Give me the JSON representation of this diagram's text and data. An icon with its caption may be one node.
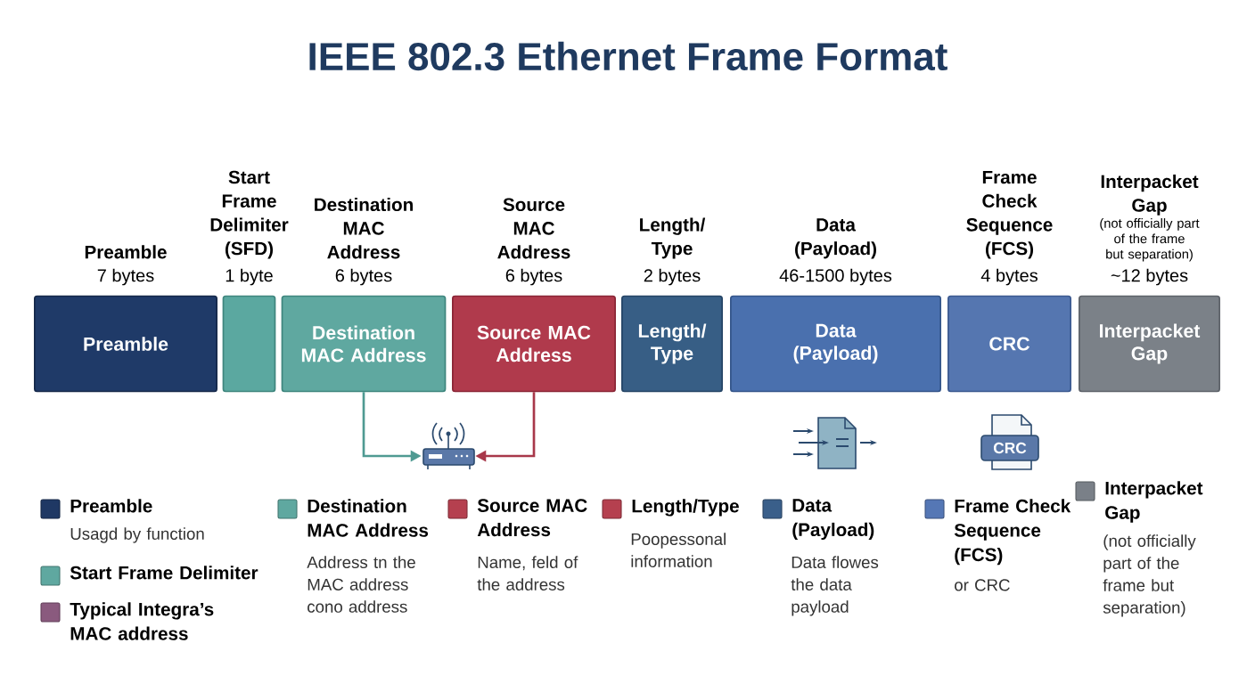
{
  "diagram": {
    "title": "IEEE 802.3 Ethernet Frame Format",
    "nodes": [
      {
        "text": [
          "Preamble",
          "7 bytes",
          "Preamble"
        ]
      },
      {
        "text": [
          "Start Frame Delimiter (SFD)",
          "1 byte"
        ]
      },
      {
        "text": [
          "Destination MAC Address",
          "6 bytes",
          "Destination MAC Address"
        ]
      },
      {
        "text": [
          "Source MAC Address",
          "6 bytes",
          "Source MAC Address"
        ]
      },
      {
        "text": [
          "Length/ Type",
          "2 bytes",
          "Length/ Type"
        ]
      },
      {
        "text": [
          "Data (Payload)",
          "46-1500 bytes",
          "Data (Payload)"
        ]
      },
      {
        "text": [
          "Frame Check Sequence (FCS)",
          "4 bytes",
          "CRC"
        ]
      },
      {
        "text": [
          "Interpacket Gap",
          "(not officially part of the frame but separation)",
          "~12 bytes",
          "Interpacket Gap"
        ]
      },
      {
        "text": [],
        "shape": "picture"
      }
    ],
    "edges": [
      {
        "from": 2,
        "to": 8,
        "arrow": "to",
        "color": "#4f9a92"
      },
      {
        "from": 3,
        "to": 8,
        "arrow": "to",
        "color": "#a8384a"
      }
    ],
    "labels": [
      "CRC",
      "Usagd by function",
      "Address tn the MAC address cono address",
      "Name, feld of the address",
      "Poopessonal information",
      "Data flowes the data payload",
      "or CRC",
      "(not officially part of the frame but separation)"
    ],
    "legend": [
      {
        "text": "Preamble",
        "color": "#1f3864"
      },
      {
        "text": "Start Frame Delimiter",
        "color": "#5fa8a0"
      },
      {
        "text": "Typical Integra’s MAC address",
        "color": "#8a5a7e"
      },
      {
        "text": "Destination MAC Address",
        "color": "#5fa8a0"
      },
      {
        "text": "Source MAC Address",
        "color": "#b5404f"
      },
      {
        "text": "Length/Type",
        "color": "#b5404f"
      },
      {
        "text": "Data (Payload)",
        "color": "#3a5f8a"
      },
      {
        "text": "Frame Check Sequence (FCS)",
        "color": "#5577b5"
      },
      {
        "text": "Interpacket Gap",
        "color": "#7a8088"
      }
    ]
  }
}
